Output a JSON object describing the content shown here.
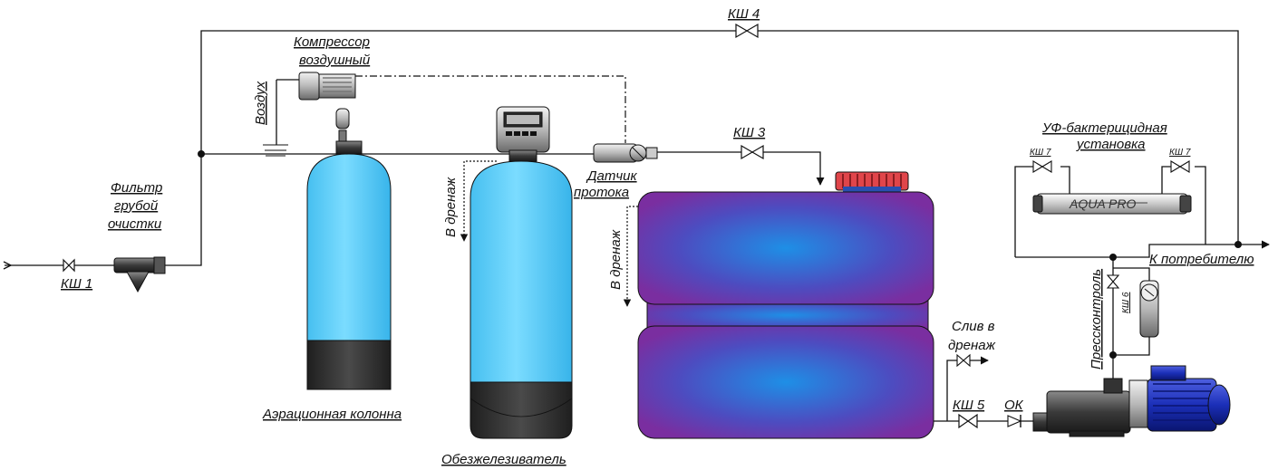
{
  "labels": {
    "ksh1": "КШ 1",
    "ksh3": "КШ 3",
    "ksh4": "КШ 4",
    "ksh5": "КШ 5",
    "ksh6": "КШ 6",
    "ksh7a": "КШ 7",
    "ksh7b": "КШ 7",
    "ok": "ОК",
    "filter_l1": "Фильтр",
    "filter_l2": "грубой",
    "filter_l3": "очистки",
    "compressor_l1": "Компрессор",
    "compressor_l2": "воздушный",
    "air": "Воздух",
    "drain1": "В дренаж",
    "drain2": "В дренаж",
    "flow_l1": "Датчик",
    "flow_l2": "протока",
    "aeration": "Аэрационная колонна",
    "iron": "Обезжелезиватель",
    "uv_l1": "УФ-бактерицидная",
    "uv_l2": "установка",
    "uv_brand": "AQUA PRO",
    "consumer": "К потребителю",
    "pressure": "Прессконтроль",
    "drain_out_l1": "Слив в",
    "drain_out_l2": "дренаж"
  },
  "colors": {
    "cylinder": "#5ecff8",
    "cylinder_base": "#2f2f2f",
    "tank_outer": "#6a2c9a",
    "tank_inner": "#1a8fe0",
    "lid_red": "#e0454a",
    "pump_blue": "#1b2fb8"
  }
}
